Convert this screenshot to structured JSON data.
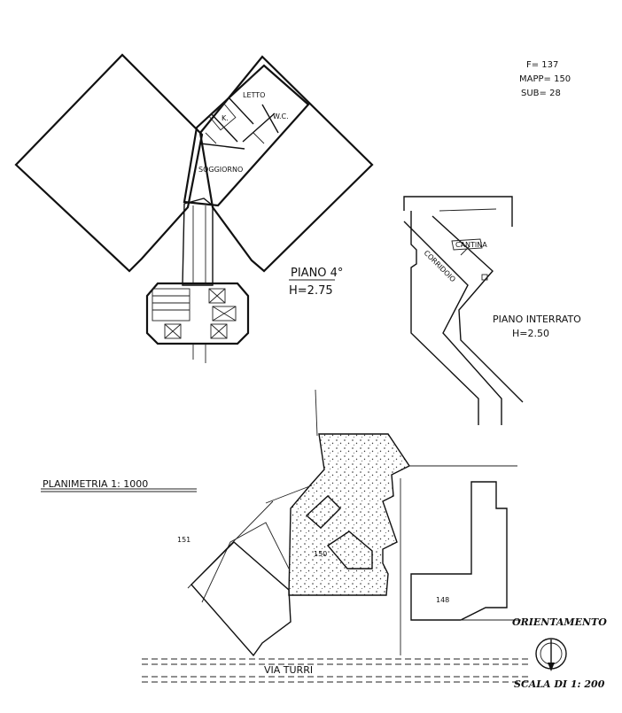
{
  "cadastral": {
    "foglio": "F= 137",
    "mappale": "MAPP= 150",
    "subalterno": "SUB= 28"
  },
  "floor_plan": {
    "level_label": "PIANO 4°",
    "height_label": "H=2.75",
    "rooms": {
      "living": "SOGGIORNO",
      "bedroom": "LETTO",
      "kitchen": "K.",
      "bathroom": "W.C."
    }
  },
  "basement_plan": {
    "level_label": "PIANO INTERRATO",
    "height_label": "H=2.50",
    "corridor": "CORRIDOIO",
    "cellar": "CANTINA"
  },
  "site_plan": {
    "title": "PLANIMETRIA 1: 1000",
    "parcels": [
      "151",
      "150",
      "148"
    ],
    "street": "VIA TURRI"
  },
  "orientation_label": "ORIENTAMENTO",
  "scale_label": "SCALA DI 1: 200"
}
